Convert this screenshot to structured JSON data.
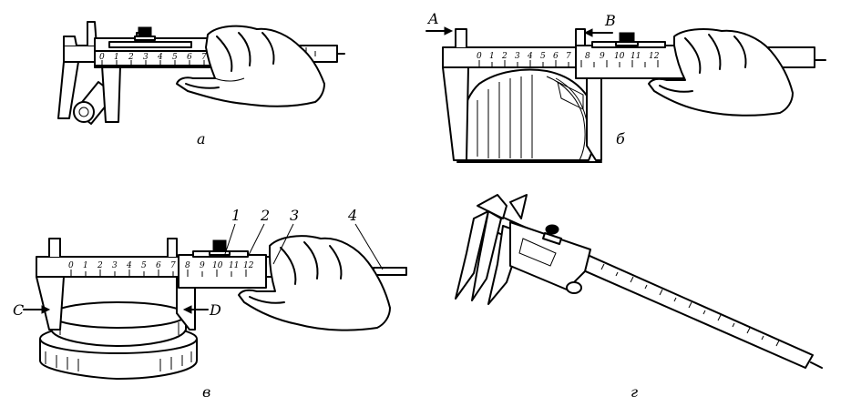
{
  "panels": [
    {
      "id": "a",
      "caption": "а"
    },
    {
      "id": "b",
      "caption": "б",
      "marks": {
        "left": "A",
        "right": "B"
      }
    },
    {
      "id": "v",
      "caption": "в",
      "numbers": [
        "1",
        "2",
        "3",
        "4"
      ],
      "marks": {
        "left": "C",
        "right": "D"
      }
    },
    {
      "id": "g",
      "caption": "г"
    }
  ],
  "scale_digits": {
    "a": [
      "0",
      "1",
      "2",
      "3",
      "4",
      "5",
      "6",
      "7"
    ],
    "b": [
      "0",
      "1",
      "2",
      "3",
      "4",
      "5",
      "6",
      "7",
      "8",
      "9",
      "10",
      "11",
      "12"
    ],
    "v": [
      "0",
      "1",
      "2",
      "3",
      "4",
      "5",
      "6",
      "7",
      "8",
      "9",
      "10",
      "11",
      "12"
    ]
  }
}
